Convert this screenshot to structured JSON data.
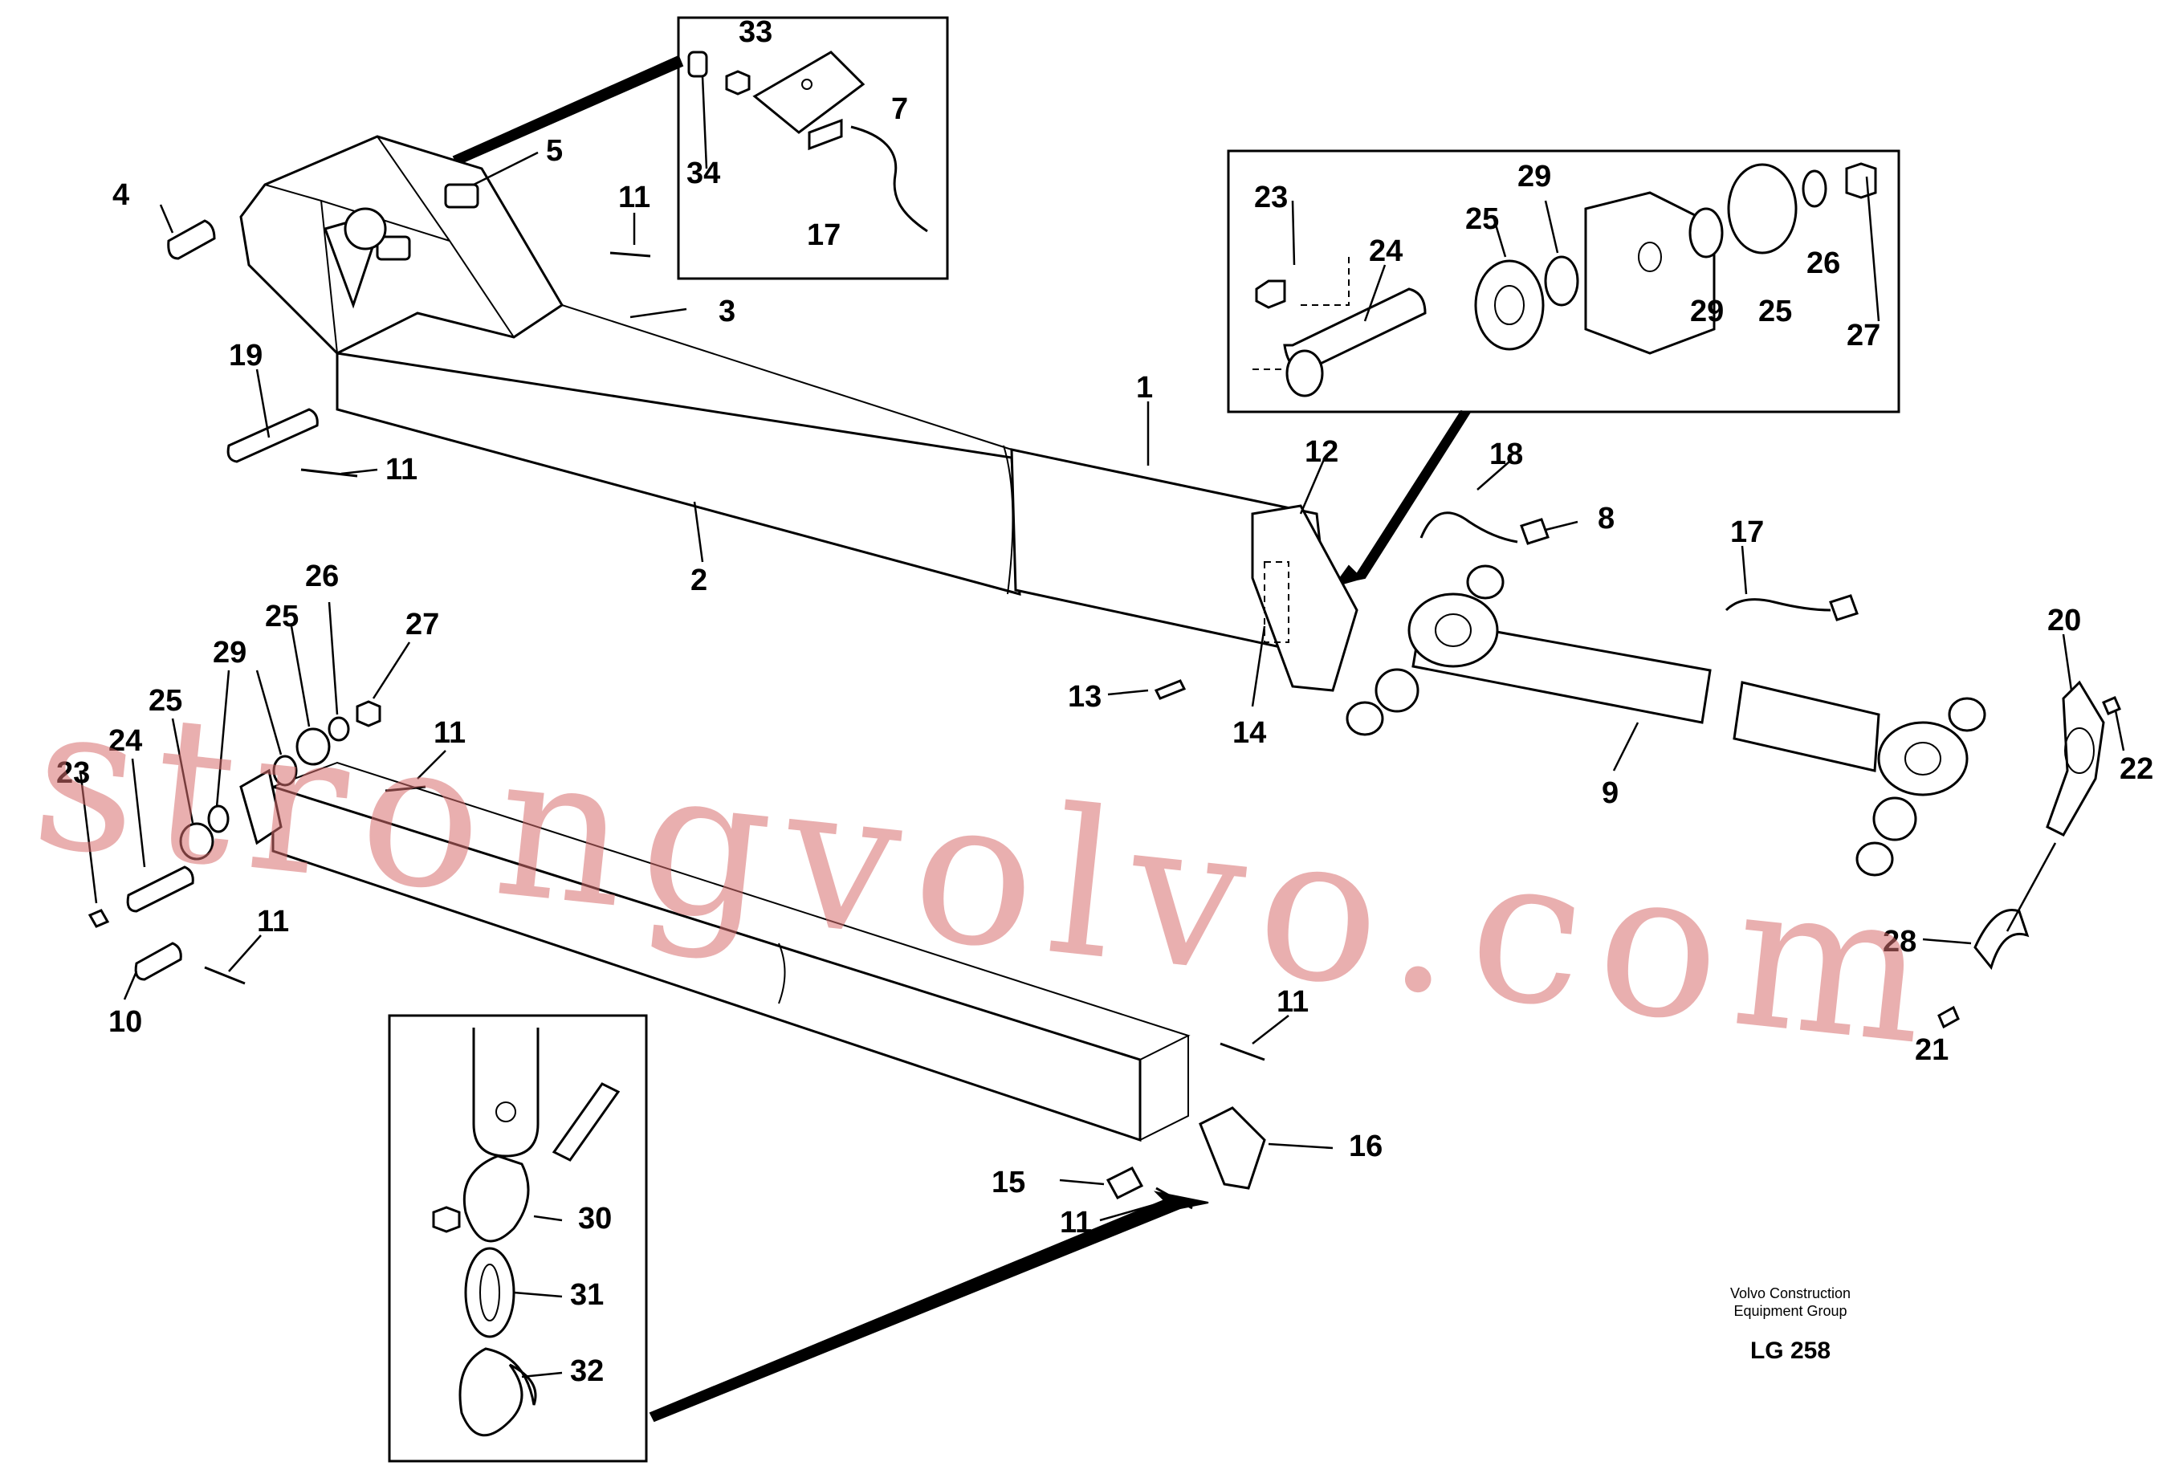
{
  "diagram": {
    "labels": [
      {
        "id": "lbl-33",
        "text": "33"
      },
      {
        "id": "lbl-34",
        "text": "34"
      },
      {
        "id": "lbl-7",
        "text": "7"
      },
      {
        "id": "lbl-17a",
        "text": "17"
      },
      {
        "id": "lbl-4",
        "text": "4"
      },
      {
        "id": "lbl-5",
        "text": "5"
      },
      {
        "id": "lbl-11a",
        "text": "11"
      },
      {
        "id": "lbl-3",
        "text": "3"
      },
      {
        "id": "lbl-19",
        "text": "19"
      },
      {
        "id": "lbl-11b",
        "text": "11"
      },
      {
        "id": "lbl-1",
        "text": "1"
      },
      {
        "id": "lbl-2",
        "text": "2"
      },
      {
        "id": "lbl-23a",
        "text": "23"
      },
      {
        "id": "lbl-24a",
        "text": "24"
      },
      {
        "id": "lbl-25a",
        "text": "25"
      },
      {
        "id": "lbl-29a",
        "text": "29"
      },
      {
        "id": "lbl-29b",
        "text": "29"
      },
      {
        "id": "lbl-25b",
        "text": "25"
      },
      {
        "id": "lbl-26a",
        "text": "26"
      },
      {
        "id": "lbl-27a",
        "text": "27"
      },
      {
        "id": "lbl-12",
        "text": "12"
      },
      {
        "id": "lbl-18",
        "text": "18"
      },
      {
        "id": "lbl-8",
        "text": "8"
      },
      {
        "id": "lbl-17b",
        "text": "17"
      },
      {
        "id": "lbl-13",
        "text": "13"
      },
      {
        "id": "lbl-14",
        "text": "14"
      },
      {
        "id": "lbl-9",
        "text": "9"
      },
      {
        "id": "lbl-20",
        "text": "20"
      },
      {
        "id": "lbl-22",
        "text": "22"
      },
      {
        "id": "lbl-26b",
        "text": "26"
      },
      {
        "id": "lbl-25c",
        "text": "25"
      },
      {
        "id": "lbl-27b",
        "text": "27"
      },
      {
        "id": "lbl-29c",
        "text": "29"
      },
      {
        "id": "lbl-25d",
        "text": "25"
      },
      {
        "id": "lbl-24b",
        "text": "24"
      },
      {
        "id": "lbl-23b",
        "text": "23"
      },
      {
        "id": "lbl-11c",
        "text": "11"
      },
      {
        "id": "lbl-11d",
        "text": "11"
      },
      {
        "id": "lbl-10",
        "text": "10"
      },
      {
        "id": "lbl-11e",
        "text": "11"
      },
      {
        "id": "lbl-28",
        "text": "28"
      },
      {
        "id": "lbl-21",
        "text": "21"
      },
      {
        "id": "lbl-16",
        "text": "16"
      },
      {
        "id": "lbl-15",
        "text": "15"
      },
      {
        "id": "lbl-11f",
        "text": "11"
      },
      {
        "id": "lbl-30",
        "text": "30"
      },
      {
        "id": "lbl-31",
        "text": "31"
      },
      {
        "id": "lbl-32",
        "text": "32"
      }
    ]
  },
  "watermark": {
    "text": "strongvolvo.com",
    "color": "#d76e6e"
  },
  "caption": {
    "line1": "Volvo Construction",
    "line2": "Equipment Group",
    "code": "LG 258"
  }
}
